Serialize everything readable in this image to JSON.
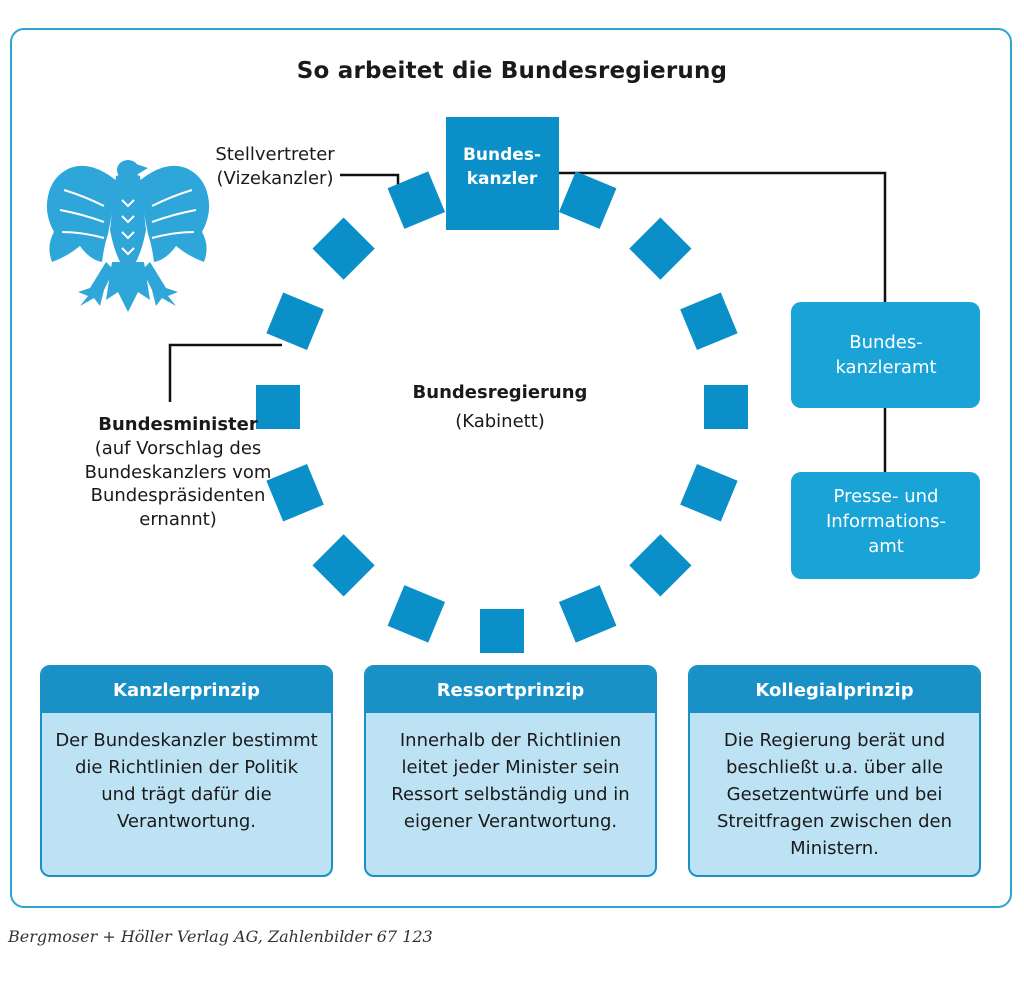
{
  "title": "So arbeitet die Bundesregierung",
  "chancellor": {
    "line1": "Bundes-",
    "line2": "kanzler"
  },
  "vice": {
    "line1": "Stellvertreter",
    "line2": "(Vizekanzler)"
  },
  "cabinet": {
    "title": "Bundesregierung",
    "subtitle": "(Kabinett)"
  },
  "minister": {
    "title": "Bundesminister",
    "line1": "(auf Vorschlag des",
    "line2": "Bundeskanzlers vom",
    "line3": "Bundespräsidenten",
    "line4": "ernannt)"
  },
  "offices": [
    {
      "line1": "Bundes-",
      "line2": "kanzleramt"
    },
    {
      "line1": "Presse- und",
      "line2": "Informations-",
      "line3": "amt"
    }
  ],
  "principles": [
    {
      "title": "Kanzlerprinzip",
      "lines": [
        "Der Bundeskanzler bestimmt",
        "die Richtlinien der Politik",
        "und trägt dafür die",
        "Verantwortung."
      ]
    },
    {
      "title": "Ressortprinzip",
      "lines": [
        "Innerhalb der Richtlinien",
        "leitet jeder Minister sein",
        "Ressort selbständig und in",
        "eigener Verantwortung."
      ]
    },
    {
      "title": "Kollegialprinzip",
      "lines": [
        "Die Regierung berät und",
        "beschließt u.a. über alle",
        "Gesetzentwürfe und bei",
        "Streitfragen zwischen den",
        "Ministern."
      ]
    }
  ],
  "source": "Bergmoser + Höller Verlag AG, Zahlenbilder 67 123",
  "colors": {
    "primary": "#1a91c6",
    "light": "#bde2f3",
    "box": "#1aa3d6",
    "frame": "#2da3d2"
  },
  "icons": {
    "emblem": "federal-eagle-icon"
  }
}
